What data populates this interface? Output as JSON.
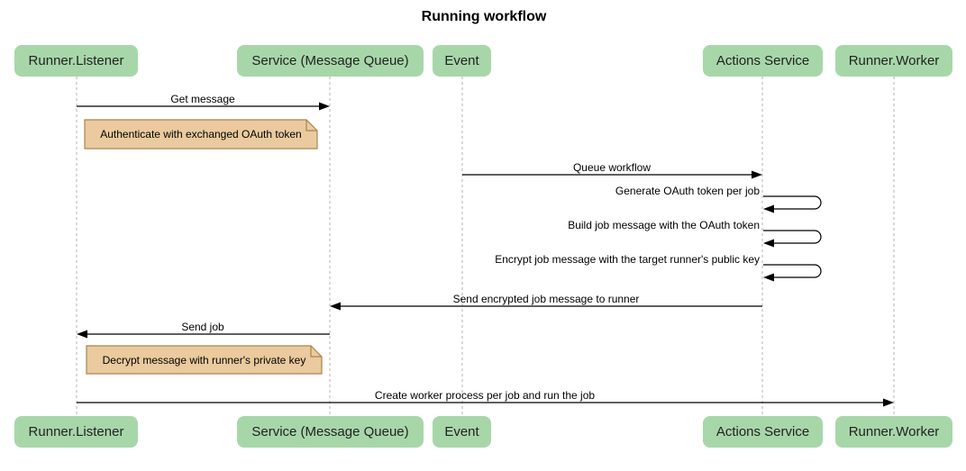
{
  "diagram": {
    "title": "Running workflow",
    "type": "sequence-diagram",
    "colors": {
      "background": "#ffffff",
      "actor_fill": "#a7d7a9",
      "actor_text": "#222222",
      "note_fill": "#eaca9e",
      "note_border": "#a8854e",
      "lifeline": "#b3b3b3",
      "message_line": "#000000",
      "message_text": "#000000"
    }
  },
  "actors": [
    {
      "id": "runner-listener",
      "label": "Runner.Listener"
    },
    {
      "id": "service-message-queue",
      "label": "Service (Message Queue)"
    },
    {
      "id": "event",
      "label": "Event"
    },
    {
      "id": "actions-service",
      "label": "Actions Service"
    },
    {
      "id": "runner-worker",
      "label": "Runner.Worker"
    }
  ],
  "messages": [
    {
      "label": "Get message",
      "from": "runner-listener",
      "to": "service-message-queue",
      "kind": "solid-arrow"
    },
    {
      "label": "Queue workflow",
      "from": "event",
      "to": "actions-service",
      "kind": "solid-arrow"
    },
    {
      "label": "Generate OAuth token per job",
      "from": "actions-service",
      "to": "actions-service",
      "kind": "self-loop"
    },
    {
      "label": "Build job message with the OAuth token",
      "from": "actions-service",
      "to": "actions-service",
      "kind": "self-loop"
    },
    {
      "label": "Encrypt job message with the target runner's public key",
      "from": "actions-service",
      "to": "actions-service",
      "kind": "self-loop"
    },
    {
      "label": "Send encrypted job message to runner",
      "from": "actions-service",
      "to": "service-message-queue",
      "kind": "solid-arrow"
    },
    {
      "label": "Send job",
      "from": "service-message-queue",
      "to": "runner-listener",
      "kind": "solid-arrow"
    },
    {
      "label": "Create worker process per job and run the job",
      "from": "runner-listener",
      "to": "runner-worker",
      "kind": "solid-arrow"
    }
  ],
  "notes": [
    {
      "text": "Authenticate with exchanged OAuth token",
      "over": "runner-listener"
    },
    {
      "text": "Decrypt message with runner's private key",
      "over": "runner-listener"
    }
  ]
}
